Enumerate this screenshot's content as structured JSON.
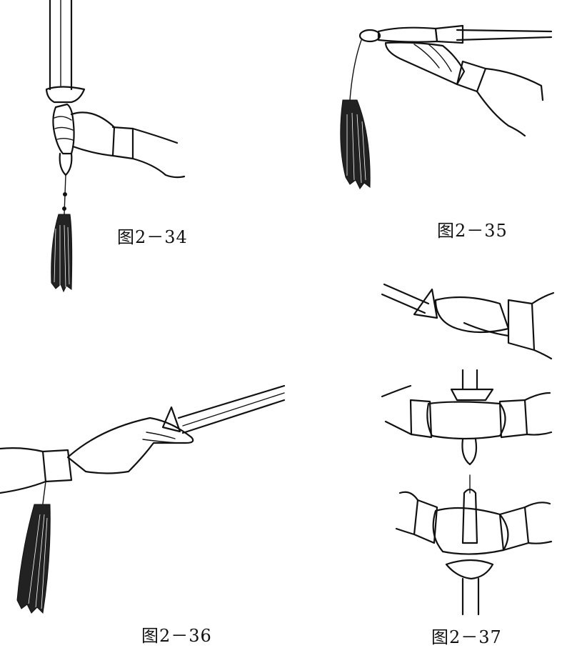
{
  "figures": [
    {
      "id": "fig-2-34",
      "caption": "图2－34"
    },
    {
      "id": "fig-2-35",
      "caption": "图2－35"
    },
    {
      "id": "fig-2-36",
      "caption": "图2－36"
    },
    {
      "id": "fig-2-37",
      "caption": "图2－37"
    }
  ]
}
